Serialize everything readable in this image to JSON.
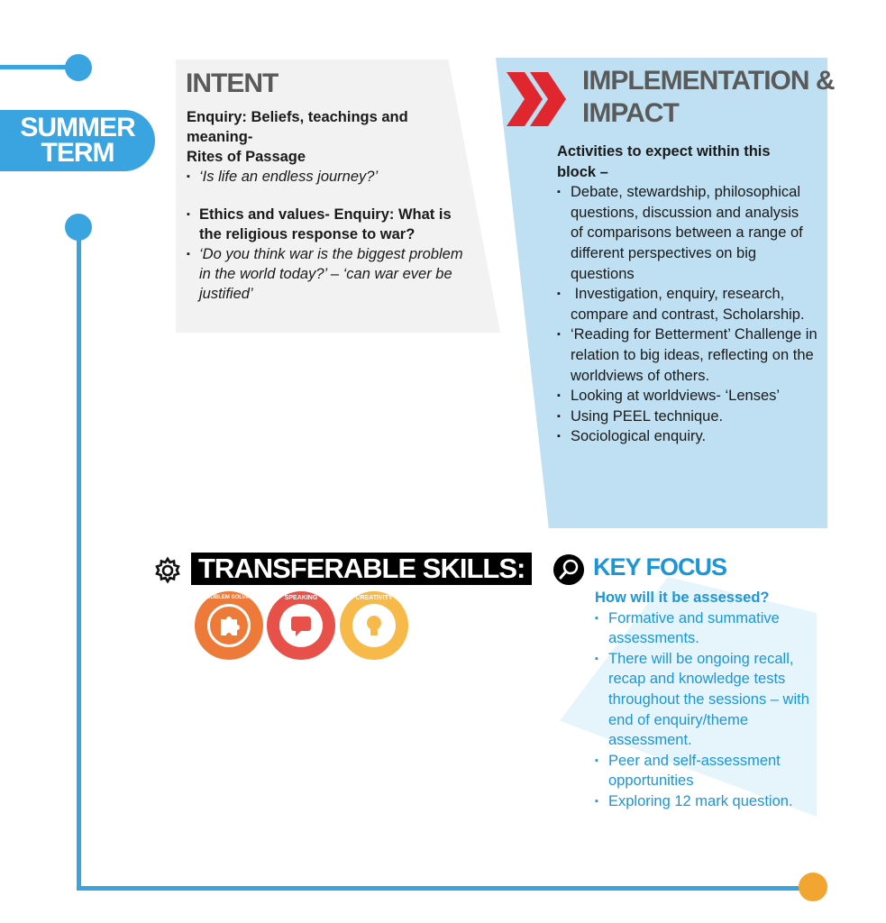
{
  "term": {
    "line1": "SUMMER",
    "line2": "TERM"
  },
  "intent": {
    "title": "INTENT",
    "enquiry1_title": "Enquiry: Beliefs, teachings and meaning-",
    "enquiry1_sub": "Rites of Passage",
    "enquiry1_question": "‘Is life an endless journey?’",
    "enquiry2_title": "Ethics and values- Enquiry: What is the religious response to war?",
    "enquiry2_question": "‘Do you think war is the biggest problem in the world today?’ – ‘can war ever be justified’"
  },
  "implementation": {
    "title_line1": "IMPLEMENTATION &",
    "title_line2": "IMPACT",
    "intro": "Activities to expect within this block –",
    "items": [
      "Debate, stewardship, philosophical questions, discussion and analysis of comparisons between a range of different perspectives on big questions",
      " Investigation, enquiry, research, compare and contrast, Scholarship.",
      "‘Reading for Betterment’ Challenge in relation to big ideas, reflecting on the worldviews of others.",
      "Looking at worldviews- ‘Lenses’",
      "Using PEEL technique.",
      "Sociological enquiry."
    ]
  },
  "skills": {
    "title": "TRANSFERABLE SKILLS:",
    "badges": [
      "PROBLEM SOLVING",
      "SPEAKING",
      "CREATIVITY"
    ]
  },
  "key_focus": {
    "title": "KEY FOCUS",
    "question": "How will it be assessed?",
    "items": [
      "Formative and summative assessments.",
      "There will be ongoing recall, recap and knowledge tests throughout the sessions – with end of enquiry/theme assessment.",
      "Peer and self-assessment opportunities",
      "Exploring 12 mark question."
    ]
  },
  "colors": {
    "accent_blue": "#3aa4e0",
    "orange_dot": "#f2a531",
    "chevron_red": "#e0262e"
  },
  "icons": {
    "skills": "gear-icon",
    "focus": "magnifier-icon",
    "impl": "double-chevron-icon"
  }
}
